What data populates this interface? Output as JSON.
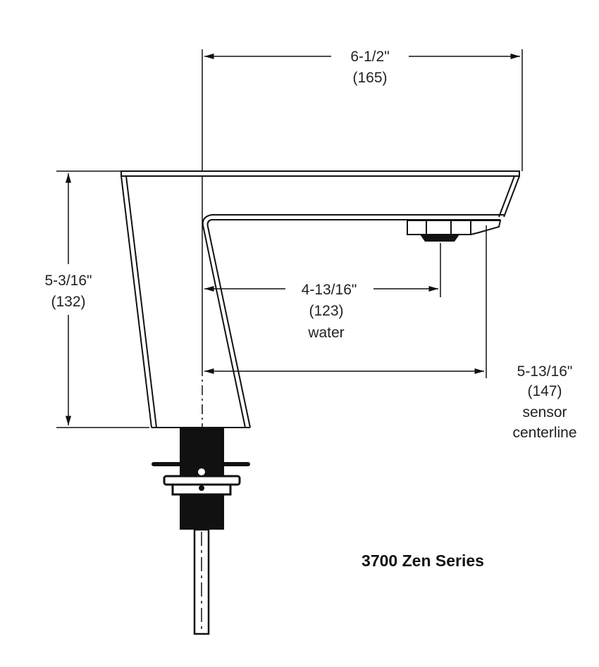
{
  "title": "3700 Zen Series",
  "dimensions": {
    "overall_length": {
      "imperial": "6-1/2\"",
      "metric": "(165)"
    },
    "height": {
      "imperial": "5-3/16\"",
      "metric": "(132)"
    },
    "water": {
      "imperial": "4-13/16\"",
      "metric": "(123)",
      "note": "water"
    },
    "sensor": {
      "imperial": "5-13/16\"",
      "metric": "(147)",
      "note1": "sensor",
      "note2": "centerline"
    }
  }
}
